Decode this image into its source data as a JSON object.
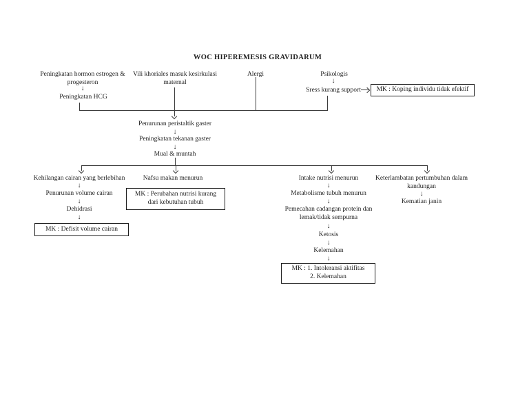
{
  "page": {
    "background": "#ffffff",
    "ink": "#1e1e1e",
    "line_color": "#3c3c3c"
  },
  "title": "WOC HIPEREMESIS GRAVIDARUM",
  "glyphs": {
    "down_arrow": "↓"
  },
  "nodes": {
    "estrogen_line1": "Peningkatan hormon estrogen &",
    "estrogen_line2": "progesteron",
    "hcg": "Peningkatan HCG",
    "vili_line1": "Vili khoriales masuk kesirkulasi",
    "vili_line2": "maternal",
    "alergi": "Alergi",
    "psikologis": "Psikologis",
    "stress": "Sress kurang support",
    "peristaltik": "Penurunan peristaltik gaster",
    "tekanan": "Peningkatan tekanan gaster",
    "mual": "Mual & muntah",
    "kehilangan": "Kehilangan cairan yang berlebihan",
    "penurunan_volume": "Penurunan volume cairan",
    "dehidrasi": "Dehidrasi",
    "nafsu": "Nafsu makan menurun",
    "intake": "Intake nutrisi menurun",
    "metabolisme": "Metabolisme tubuh menurun",
    "pemecahan_line1": "Pemecahan cadangan protein dan",
    "pemecahan_line2": "lemak/tidak sempurna",
    "ketosis": "Ketosis",
    "kelemahan": "Kelemahan",
    "keterlambatan_line1": "Keterlambatan pertumbuhan dalam",
    "keterlambatan_line2": "kandungan",
    "kematian": "Kematian janin"
  },
  "diagnosis_boxes": {
    "koping": "MK : Koping individu tidak efektif",
    "defisit": "MK : Defisit volume cairan",
    "nutrisi_line1": "MK : Perubahan nutrisi kurang",
    "nutrisi_line2": "dari kebutuhan tubuh",
    "intoleransi_line1": "MK : 1. Intoleransi aktifitas",
    "intoleransi_line2": "2. Kelemahan"
  }
}
